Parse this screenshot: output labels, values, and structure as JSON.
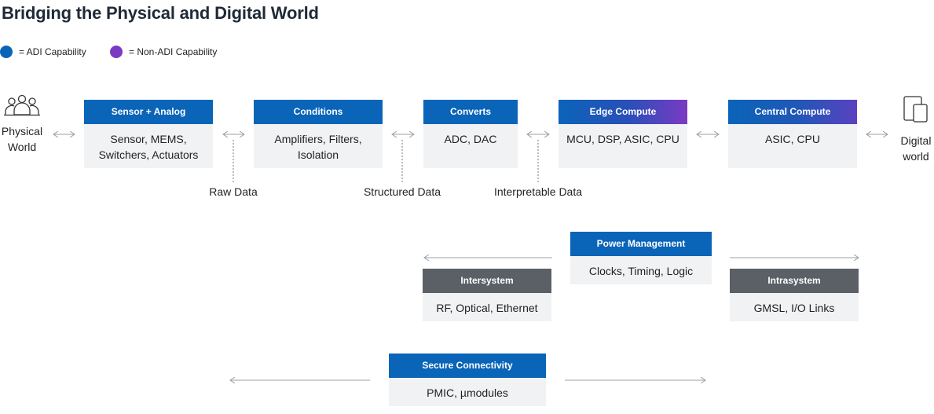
{
  "title": "Bridging the Physical and Digital World",
  "legend": [
    {
      "label": "= ADI Capability",
      "color": "#0a64b8"
    },
    {
      "label": "= Non-ADI Capability",
      "color": "#7b3ac4"
    }
  ],
  "endpoints": {
    "physical": {
      "line1": "Physical",
      "line2": "World",
      "icon": "people-icon"
    },
    "digital": {
      "line1": "Digital",
      "line2": "world",
      "icon": "devices-icon"
    }
  },
  "pipeline": [
    {
      "header": "Sensor + Analog",
      "line1": "Sensor, MEMS,",
      "line2": "Switchers, Actuators",
      "style": "blue"
    },
    {
      "header": "Conditions",
      "line1": "Amplifiers, Filters,",
      "line2": "Isolation",
      "style": "blue"
    },
    {
      "header": "Converts",
      "line1": "ADC, DAC",
      "line2": "",
      "style": "blue"
    },
    {
      "header": "Edge Compute",
      "line1": "MCU, DSP, ASIC, CPU",
      "line2": "",
      "style": "gradient"
    },
    {
      "header": "Central Compute",
      "line1": "ASIC, CPU",
      "line2": "",
      "style": "gradient"
    }
  ],
  "data_labels": [
    "Raw Data",
    "Structured Data",
    "Interpretable Data"
  ],
  "power": {
    "header": "Power Management",
    "body": "Clocks, Timing, Logic"
  },
  "intersystem": {
    "header": "Intersystem",
    "body": "RF, Optical, Ethernet"
  },
  "intrasystem": {
    "header": "Intrasystem",
    "body": "GMSL, I/O Links"
  },
  "secure": {
    "header": "Secure Connectivity",
    "body": "PMIC, µmodules"
  }
}
